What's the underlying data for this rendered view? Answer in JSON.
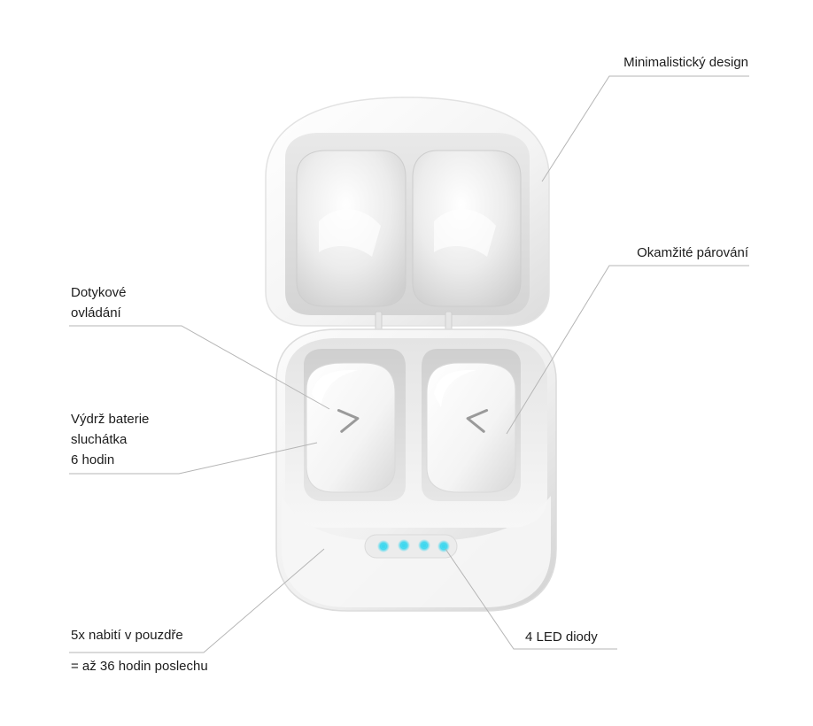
{
  "accent_led_color": "#3fd7ee",
  "product_color": "#ffffff",
  "logo_name": "lamax-chevron-logo",
  "callouts": {
    "design": "Minimalistický design",
    "pairing": "Okamžité párování",
    "touch": "Dotykové\novládání",
    "battery": "Výdrž baterie\nsluchátka\n6 hodin",
    "charges": "5x nabití v pouzdře",
    "total": "= až 36 hodin poslechu",
    "leds": "4 LED diody"
  }
}
